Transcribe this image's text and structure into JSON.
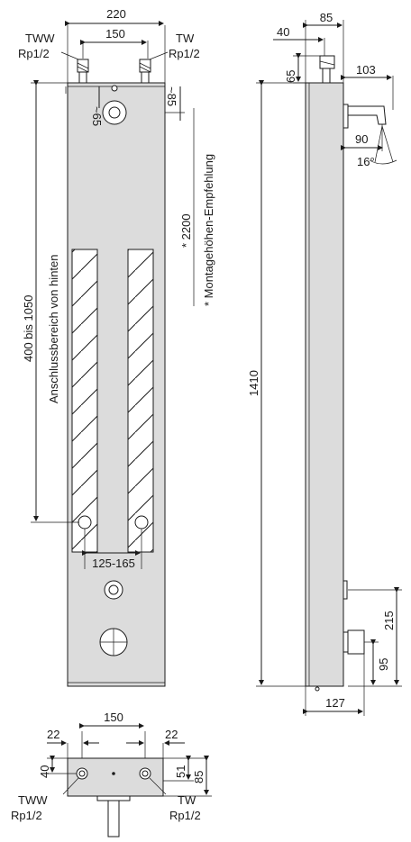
{
  "front": {
    "width_dim": "220",
    "conn_spacing_dim": "150",
    "tww_label": "TWW",
    "tww_thread": "Rp1/2",
    "tw_label": "TW",
    "tw_thread": "Rp1/2",
    "dim_65": "~65",
    "dim_85": "~85",
    "height_range_dim": "400 bis 1050",
    "rear_area_label": "Anschlussbereich von hinten",
    "hole_spacing_dim": "125-165",
    "mount_height_dim": "* 2200",
    "mount_note": "* Montagehöhen-Empfehlung"
  },
  "side": {
    "top_dim_85": "85",
    "top_dim_40": "40",
    "top_dim_65": "65",
    "spout_dim_103": "103",
    "spout_dim_90": "90",
    "spout_angle": "16°",
    "height_dim": "1410",
    "lower_dim_215": "215",
    "lower_dim_95": "95",
    "bottom_dim_127": "127"
  },
  "top": {
    "conn_spacing_dim": "150",
    "left_offset_dim": "22",
    "right_offset_dim": "22",
    "depth_40": "40",
    "depth_51": "51",
    "depth_85": "85",
    "tww_label": "TWW",
    "tww_thread": "Rp1/2",
    "tw_label": "TW",
    "tw_thread": "Rp1/2"
  }
}
